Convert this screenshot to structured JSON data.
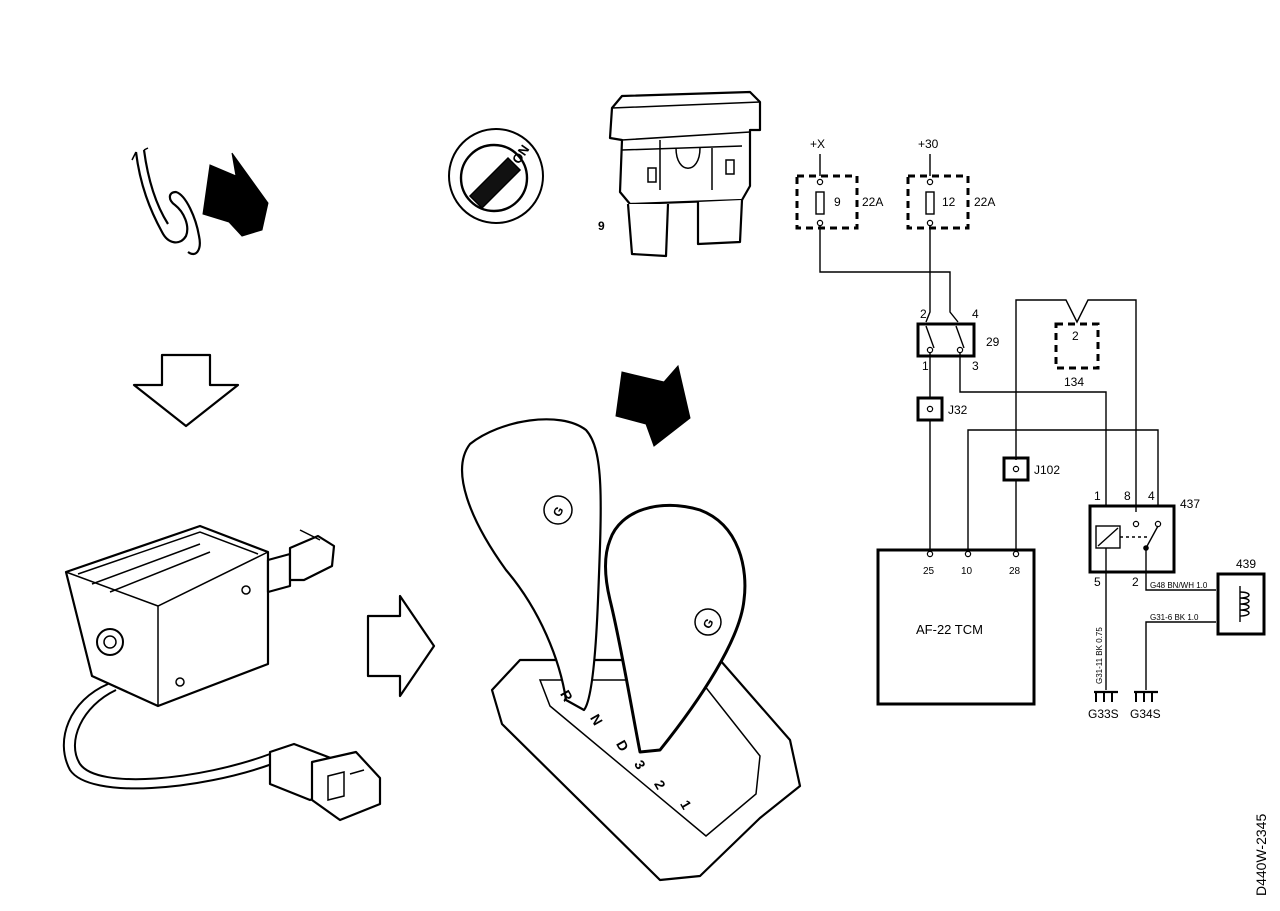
{
  "fuse_label": "9",
  "ignition_label": "ON",
  "selector_gate_labels": [
    "R",
    "N",
    "D",
    "3",
    "2",
    "1"
  ],
  "supply_x": "+X",
  "supply_30": "+30",
  "fuse1_number": "9",
  "fuse1_rating": "22A",
  "fuse2_number": "12",
  "fuse2_rating": "22A",
  "switch_id": "29",
  "switch_pins": {
    "p1": "1",
    "p2": "2",
    "p3": "3",
    "p4": "4"
  },
  "comp134": "134",
  "comp134_pin": "2",
  "j32": "J32",
  "j102": "J102",
  "relay_id": "437",
  "relay_pins": {
    "p1": "1",
    "p8": "8",
    "p4": "4",
    "p5": "5",
    "p2": "2"
  },
  "solenoid_id": "439",
  "tcm_label": "AF-22 TCM",
  "tcm_pins": {
    "a": "25",
    "b": "10",
    "c": "28"
  },
  "wire_a": "G48 BN/WH 1.0",
  "wire_b": "G31-6 BK 1.0",
  "wire_c": "G31-11 BK 0.75",
  "ground1": "G33S",
  "ground2": "G34S",
  "figure_code": "D440W-2345"
}
